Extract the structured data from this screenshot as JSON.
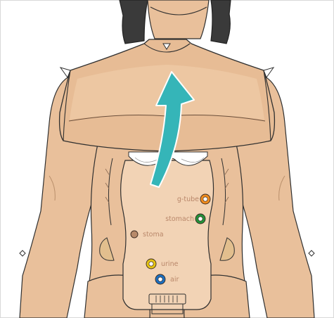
{
  "colors": {
    "skin": "#e9c09b",
    "skin_light": "#f2d3b5",
    "skin_shade": "#d7a982",
    "outline": "#2f2f2f",
    "hair": "#3a3a3a",
    "arrow": "#35b5b8",
    "label_text": "#b9876a",
    "border": "#d8d8d8"
  },
  "ports": [
    {
      "id": "g-tube",
      "label": "g-tube",
      "color": "#f08c1e",
      "label_side": "left"
    },
    {
      "id": "stomach",
      "label": "stomach",
      "color": "#23923a",
      "label_side": "left"
    },
    {
      "id": "stoma",
      "label": "stoma",
      "color": "#b88a6a",
      "label_side": "right"
    },
    {
      "id": "urine",
      "label": "urine",
      "color": "#e6c414",
      "label_side": "right"
    },
    {
      "id": "air",
      "label": "air",
      "color": "#1b6fc0",
      "label_side": "right"
    }
  ],
  "arrow": {
    "direction": "up",
    "meaning": "lift chest plate"
  }
}
